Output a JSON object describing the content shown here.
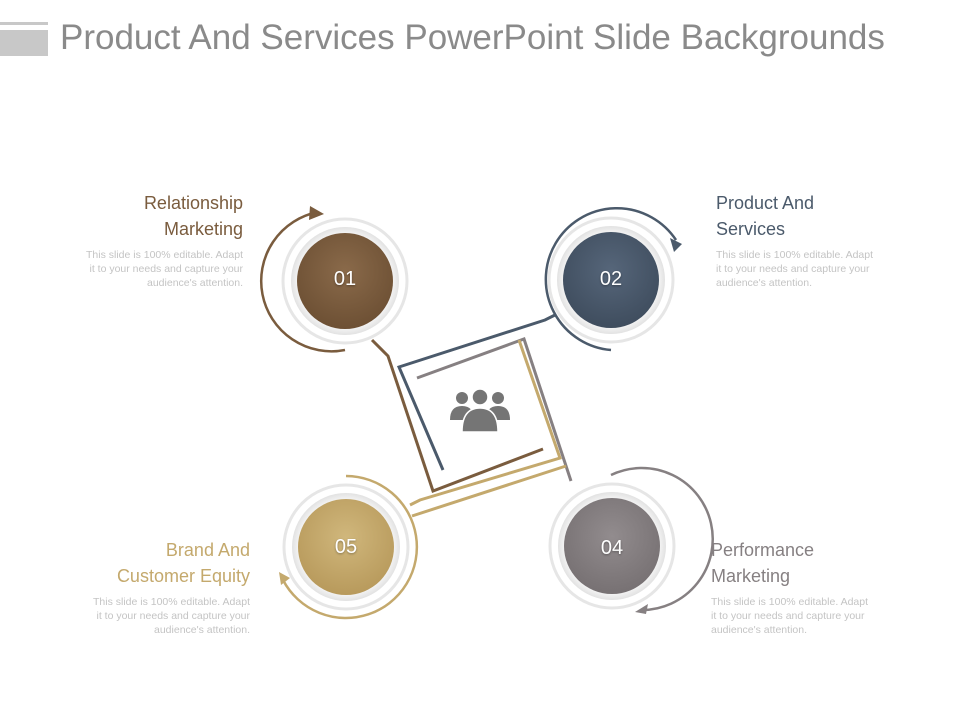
{
  "slide": {
    "title": "Product And Services PowerPoint Slide Backgrounds"
  },
  "colors": {
    "brown": "#7a5c3e",
    "slate": "#4b5a6b",
    "gray": "#868082",
    "tan": "#c4a96d",
    "icon": "#757575",
    "desc": "#c4c4c4"
  },
  "steps": [
    {
      "number": "01",
      "heading_line1": "Relationship",
      "heading_line2": "Marketing",
      "desc_line1": "This slide is 100% editable. Adapt",
      "desc_line2": "it to your needs and capture your",
      "desc_line3": "audience's attention."
    },
    {
      "number": "02",
      "heading_line1": "Product And",
      "heading_line2": "Services",
      "desc_line1": "This slide is 100% editable. Adapt",
      "desc_line2": "it to your needs and capture your",
      "desc_line3": "audience's attention."
    },
    {
      "number": "04",
      "heading_line1": "Performance",
      "heading_line2": "Marketing",
      "desc_line1": "This slide is 100% editable. Adapt",
      "desc_line2": "it to your needs and capture your",
      "desc_line3": "audience's attention."
    },
    {
      "number": "05",
      "heading_line1": "Brand And",
      "heading_line2": "Customer Equity",
      "desc_line1": "This slide is 100% editable. Adapt",
      "desc_line2": "it to your needs and capture your",
      "desc_line3": "audience's attention."
    }
  ],
  "center_icon": "people-group-icon"
}
